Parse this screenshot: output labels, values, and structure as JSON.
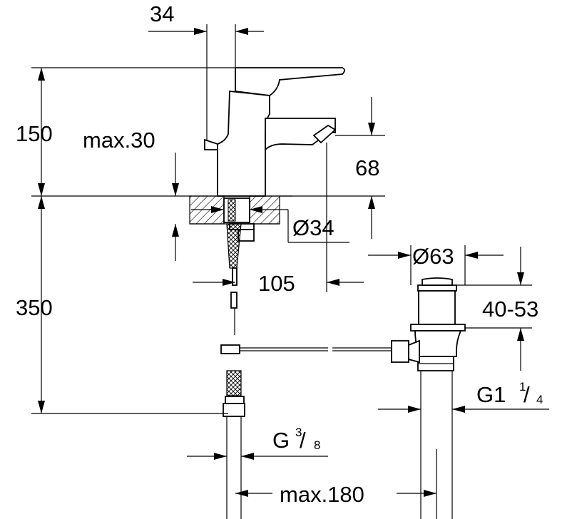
{
  "dimensions": {
    "spout_offset": "34",
    "height_upper": "150",
    "deck_thickness": "max.30",
    "spout_height": "68",
    "hole_diameter": "Ø34",
    "projection": "105",
    "waste_diameter": "Ø63",
    "height_lower": "350",
    "waste_range": "40-53",
    "waste_thread_main": "G1",
    "waste_thread_sup": "1",
    "waste_thread_sub": "4",
    "supply_thread_main": "G",
    "supply_thread_sup": "3",
    "supply_thread_sub": "8",
    "centre_distance": "max.180"
  }
}
